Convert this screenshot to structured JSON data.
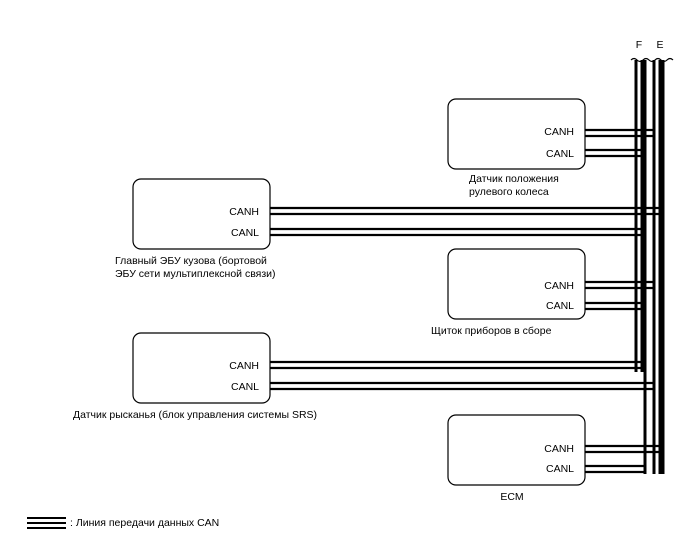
{
  "diagram": {
    "bus_labels": {
      "f": "F",
      "e": "E"
    },
    "signal": {
      "canh": "CANH",
      "canl": "CANL"
    },
    "modules": [
      {
        "id": "steering",
        "caption": [
          "Датчик положения",
          "рулевого колеса"
        ]
      },
      {
        "id": "body_ecu",
        "caption": [
          "Главный ЭБУ кузова (бортовой",
          "ЭБУ сети мультиплексной связи)"
        ]
      },
      {
        "id": "combination_meter",
        "caption": [
          "Щиток приборов в сборе"
        ]
      },
      {
        "id": "yaw_sensor",
        "caption": [
          "Датчик рысканья (блок управления системы SRS)"
        ]
      },
      {
        "id": "ecm",
        "caption": [
          "ECM"
        ]
      }
    ],
    "legend": {
      "text": ": Линия передачи данных CAN"
    }
  }
}
